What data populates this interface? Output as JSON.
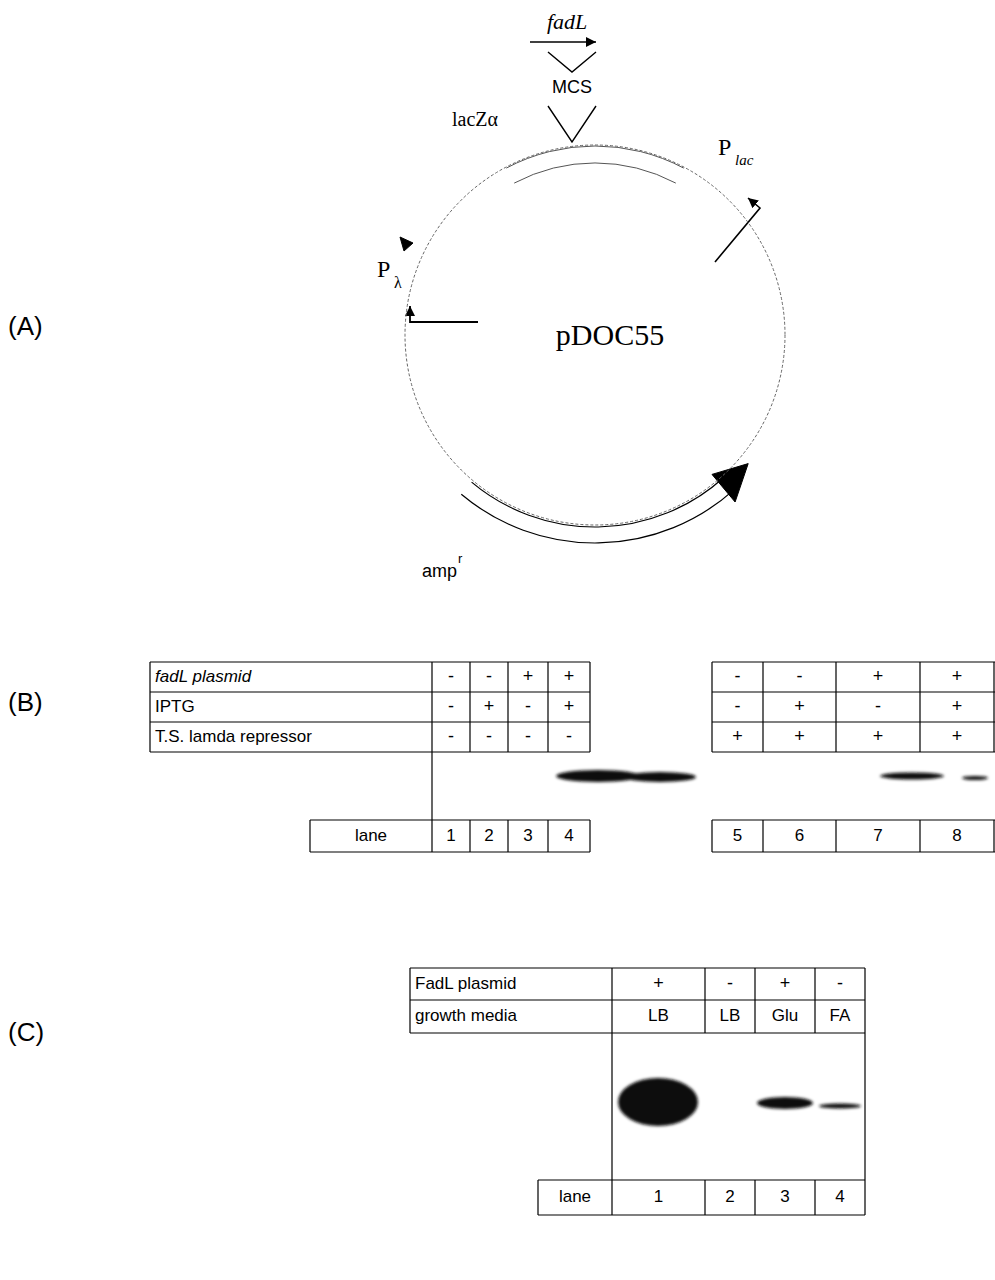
{
  "diagram": {
    "nodes": [
      {
        "text": [
          "pDOC55"
        ]
      }
    ],
    "labels": [
      "(A)",
      "fadL",
      "MCS",
      "lacZα",
      "P",
      "lac",
      "P",
      "λ",
      "amp",
      "r",
      "(B)",
      "fadL plasmid",
      "-",
      "-",
      "+",
      "+",
      "-",
      "-",
      "+",
      "+",
      "IPTG",
      "-",
      "+",
      "-",
      "+",
      "-",
      "+",
      "-",
      "+",
      "T.S. lamda repressor",
      "-",
      "-",
      "-",
      "-",
      "+",
      "+",
      "+",
      "+",
      "lane",
      "1",
      "2",
      "3",
      "4",
      "5",
      "6",
      "7",
      "8",
      "(C)",
      "FadL plasmid",
      "+",
      "-",
      "+",
      "-",
      "growth media",
      "LB",
      "LB",
      "Glu",
      "FA",
      "lane",
      "1",
      "2",
      "3",
      "4"
    ]
  }
}
